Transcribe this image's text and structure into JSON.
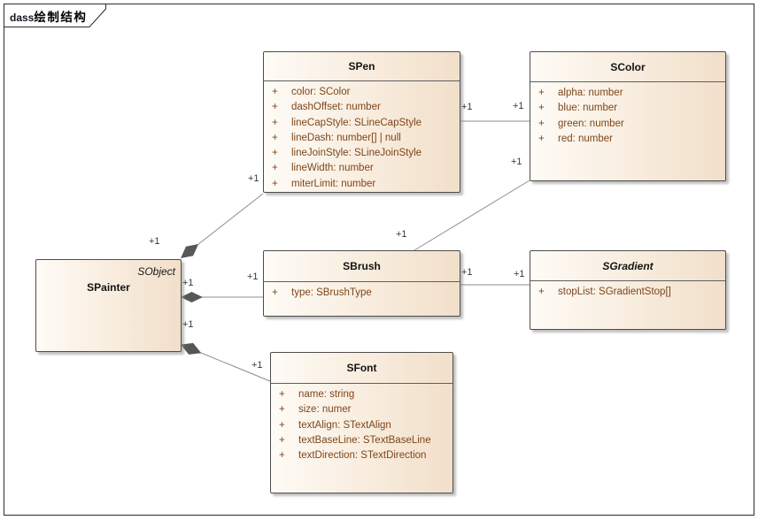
{
  "frame": {
    "tab_label_prefix": "dass",
    "tab_label_main": "绘制结构"
  },
  "classes": [
    {
      "id": "spainter",
      "name": "SPainter",
      "parent": "SObject",
      "attributes": []
    },
    {
      "id": "spen",
      "name": "SPen",
      "attributes": [
        {
          "vis": "+",
          "text": "color: SColor"
        },
        {
          "vis": "+",
          "text": "dashOffset: number"
        },
        {
          "vis": "+",
          "text": "lineCapStyle: SLineCapStyle"
        },
        {
          "vis": "+",
          "text": "lineDash: number[] | null"
        },
        {
          "vis": "+",
          "text": "lineJoinStyle: SLineJoinStyle"
        },
        {
          "vis": "+",
          "text": "lineWidth: number"
        },
        {
          "vis": "+",
          "text": "miterLimit: number"
        }
      ]
    },
    {
      "id": "scolor",
      "name": "SColor",
      "attributes": [
        {
          "vis": "+",
          "text": "alpha: number"
        },
        {
          "vis": "+",
          "text": "blue: number"
        },
        {
          "vis": "+",
          "text": "green: number"
        },
        {
          "vis": "+",
          "text": "red: number"
        }
      ]
    },
    {
      "id": "sbrush",
      "name": "SBrush",
      "attributes": [
        {
          "vis": "+",
          "text": "type: SBrushType"
        }
      ]
    },
    {
      "id": "sgradient",
      "name": "SGradient",
      "abstract": true,
      "attributes": [
        {
          "vis": "+",
          "text": "stopList: SGradientStop[]"
        }
      ]
    },
    {
      "id": "sfont",
      "name": "SFont",
      "attributes": [
        {
          "vis": "+",
          "text": "name: string"
        },
        {
          "vis": "+",
          "text": "size: numer"
        },
        {
          "vis": "+",
          "text": "textAlign: STextAlign"
        },
        {
          "vis": "+",
          "text": "textBaseLine: STextBaseLine"
        },
        {
          "vis": "+",
          "text": "textDirection: STextDirection"
        }
      ]
    }
  ],
  "connectors": [
    {
      "from": "SPainter",
      "to": "SPen",
      "type": "composition",
      "source_label": "+1",
      "target_label": "+1"
    },
    {
      "from": "SPainter",
      "to": "SBrush",
      "type": "composition",
      "source_label": "+1",
      "target_label": "+1"
    },
    {
      "from": "SPainter",
      "to": "SFont",
      "type": "composition",
      "source_label": "+1",
      "target_label": "+1"
    },
    {
      "from": "SPen",
      "to": "SColor",
      "type": "association",
      "source_label": "+1",
      "target_label": "+1"
    },
    {
      "from": "SBrush",
      "to": "SColor",
      "type": "association",
      "source_label": "+1",
      "target_label": "+1"
    },
    {
      "from": "SBrush",
      "to": "SGradient",
      "type": "association",
      "source_label": "+1",
      "target_label": "+1"
    }
  ],
  "colors": {
    "box_fill_left": "#fefbf6",
    "box_fill_right": "#f1dfca",
    "box_border": "#4d4d4d",
    "attribute_text": "#7e451a",
    "connector_line": "#8c8c8c",
    "composition_diamond": "#575757",
    "multiplicity_text": "#2f3846",
    "frame_border": "#2b2b2b"
  }
}
